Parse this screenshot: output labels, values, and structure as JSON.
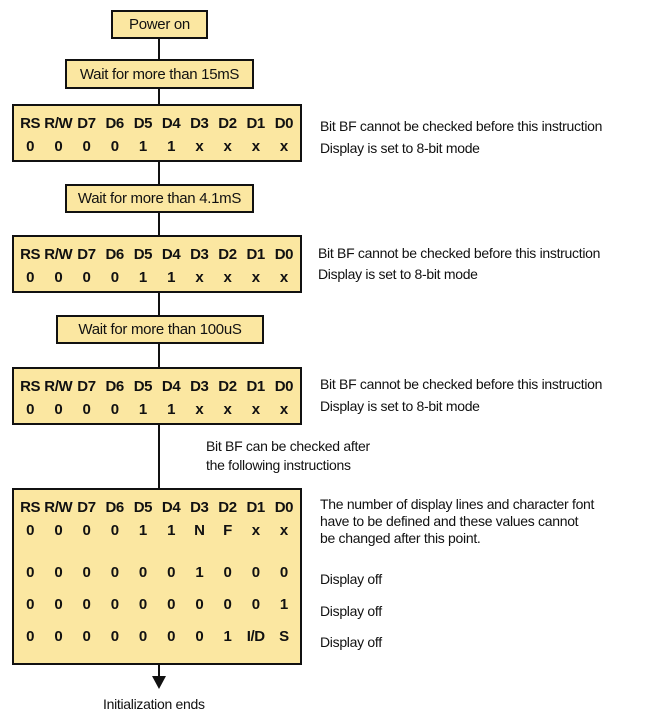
{
  "steps": {
    "power_on": "Power on",
    "wait1": "Wait for more than 15mS",
    "wait2": "Wait for more than 4.1mS",
    "wait3": "Wait for more than 100uS"
  },
  "table_headers": [
    "RS",
    "R/W",
    "D7",
    "D6",
    "D5",
    "D4",
    "D3",
    "D2",
    "D1",
    "D0"
  ],
  "instr1": {
    "row": [
      "0",
      "0",
      "0",
      "0",
      "1",
      "1",
      "x",
      "x",
      "x",
      "x"
    ],
    "note1": "Bit BF cannot be checked before this instruction",
    "note2": "Display is set to 8-bit mode"
  },
  "instr2": {
    "row": [
      "0",
      "0",
      "0",
      "0",
      "1",
      "1",
      "x",
      "x",
      "x",
      "x"
    ],
    "note1": "Bit BF cannot be checked before this instruction",
    "note2": "Display is set to 8-bit mode"
  },
  "instr3": {
    "row": [
      "0",
      "0",
      "0",
      "0",
      "1",
      "1",
      "x",
      "x",
      "x",
      "x"
    ],
    "note1": "Bit BF cannot be checked before this instruction",
    "note2": "Display is set to 8-bit mode"
  },
  "bf_note": {
    "line1": "Bit BF can be checked after",
    "line2": "the following instructions"
  },
  "instr4": {
    "rows": [
      [
        "0",
        "0",
        "0",
        "0",
        "1",
        "1",
        "N",
        "F",
        "x",
        "x"
      ],
      [
        "0",
        "0",
        "0",
        "0",
        "0",
        "0",
        "1",
        "0",
        "0",
        "0"
      ],
      [
        "0",
        "0",
        "0",
        "0",
        "0",
        "0",
        "0",
        "0",
        "0",
        "1"
      ],
      [
        "0",
        "0",
        "0",
        "0",
        "0",
        "0",
        "0",
        "1",
        "I/D",
        "S"
      ]
    ],
    "note_main": {
      "line1": "The number of display lines and character font",
      "line2": "have to be defined and these values cannot",
      "line3": "be changed after this point."
    },
    "row_notes": [
      "Display off",
      "Display off",
      "Display off"
    ]
  },
  "end_label": "Initialization ends",
  "colors": {
    "box_fill": "#fbe7a1",
    "stroke": "#111111"
  }
}
